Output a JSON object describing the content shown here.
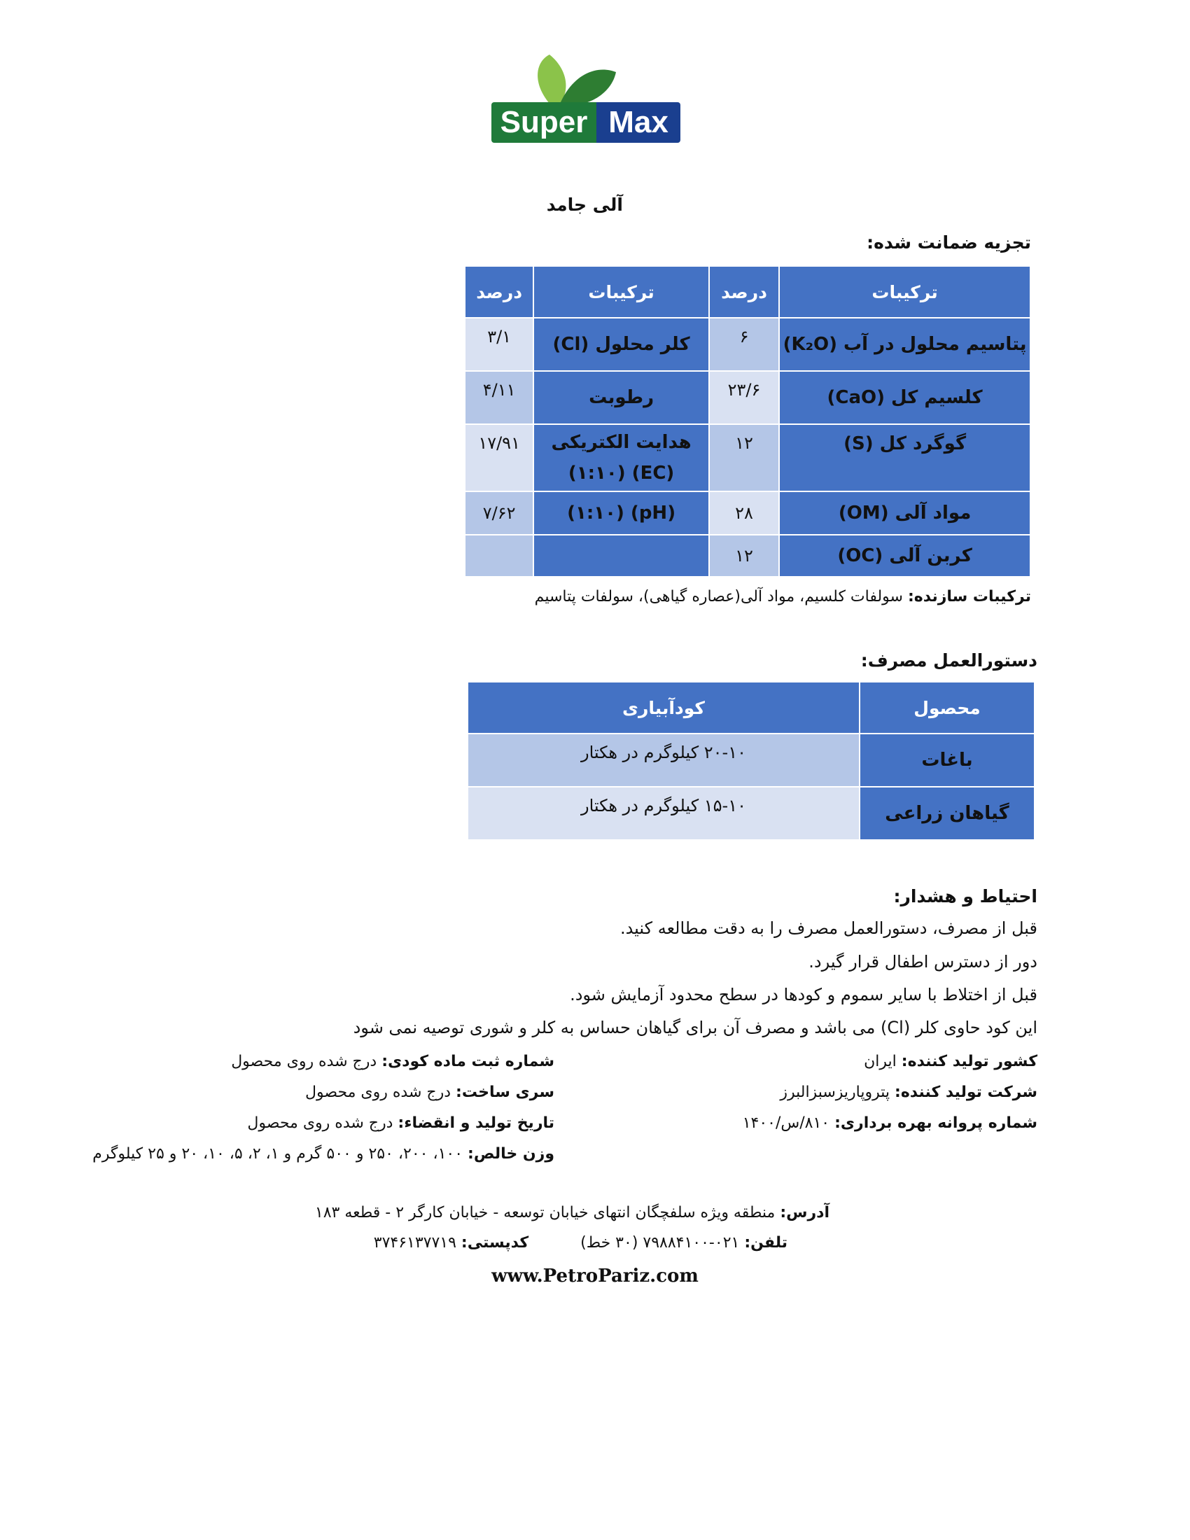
{
  "brand": {
    "word1": "Super",
    "word2": "Max"
  },
  "product_title": "آلی جامد",
  "analysis_heading": "تجزیه ضمانت شده:",
  "composition_table": {
    "headers": [
      "ترکیبات",
      "درصد",
      "ترکیبات",
      "درصد"
    ],
    "rows": [
      {
        "name1": "پتاسیم محلول در آب (K₂O)",
        "pct1": "۶",
        "name2": "کلر محلول (Cl)",
        "pct2": "۳/۱"
      },
      {
        "name1": "کلسیم کل (CaO)",
        "pct1": "۲۳/۶",
        "name2": "رطوبت",
        "pct2": "۴/۱۱"
      },
      {
        "name1": "گوگرد کل (S)",
        "pct1": "۱۲",
        "name2": "هدایت الکتریکی (EC) (۱:۱۰)",
        "pct2": "۱۷/۹۱"
      },
      {
        "name1": "مواد آلی (OM)",
        "pct1": "۲۸",
        "name2": "(pH) (۱:۱۰)",
        "pct2": "۷/۶۲"
      },
      {
        "name1": "کربن آلی (OC)",
        "pct1": "۱۲",
        "name2": "",
        "pct2": ""
      }
    ]
  },
  "ingredients": {
    "label": "ترکیبات سازنده:",
    "text": "سولفات کلسیم، مواد آلی(عصاره گیاهی)، سولفات پتاسیم"
  },
  "usage_heading": "دستورالعمل مصرف:",
  "dosage_table": {
    "headers": [
      "محصول",
      "کودآبیاری"
    ],
    "rows": [
      {
        "crop": "باغات",
        "rate": "۲۰-۱۰ کیلوگرم در هکتار"
      },
      {
        "crop": "گیاهان زراعی",
        "rate": "۱۵-۱۰ کیلوگرم در هکتار"
      }
    ]
  },
  "warning_heading": "احتیاط و هشدار:",
  "warnings": [
    "قبل از مصرف، دستورالعمل مصرف را به دقت مطالعه کنید.",
    "دور از دسترس اطفال قرار گیرد.",
    "قبل از اختلاط با سایر سموم و کودها در سطح محدود آزمایش شود.",
    "این کود حاوی کلر (Cl) می باشد و  مصرف آن برای گیاهان حساس به کلر و شوری توصیه  نمی شود"
  ],
  "info_right": [
    {
      "label": "کشور تولید کننده:",
      "value": "ایران"
    },
    {
      "label": "شرکت تولید کننده:",
      "value": "پتروپاریزسبزالبرز"
    },
    {
      "label": "شماره پروانه بهره برداری:",
      "value": "۸۱۰/س/۱۴۰۰"
    }
  ],
  "info_left": [
    {
      "label": "شماره ثبت ماده کودی:",
      "value": "درج شده روی محصول"
    },
    {
      "label": "سری ساخت:",
      "value": "درج شده روی محصول"
    },
    {
      "label": "تاریخ تولید و انقضاء:",
      "value": "درج شده روی محصول"
    },
    {
      "label": "وزن خالص:",
      "value": "۱۰۰، ۲۰۰، ۲۵۰ و ۵۰۰ گرم و ۱، ۲، ۵، ۱۰، ۲۰ و ۲۵ کیلوگرم"
    }
  ],
  "footer": {
    "address_label": "آدرس:",
    "address": "منطقه ویژه سلفچگان انتهای خیابان توسعه - خیابان کارگر ۲ - قطعه ۱۸۳",
    "phone_label": "تلفن:",
    "phone": "۰۲۱-۷۹۸۸۴۱۰۰ (۳۰ خط)",
    "postal_label": "کدپستی:",
    "postal": "۳۷۴۶۱۳۷۷۱۹",
    "website": "www.PetroPariz.com"
  },
  "colors": {
    "header_blue": "#4472c4",
    "light_blue": "#b4c6e7",
    "lighter_blue": "#d9e1f2",
    "logo_green": "#1f7a3a",
    "logo_navy": "#1a3f8f"
  }
}
